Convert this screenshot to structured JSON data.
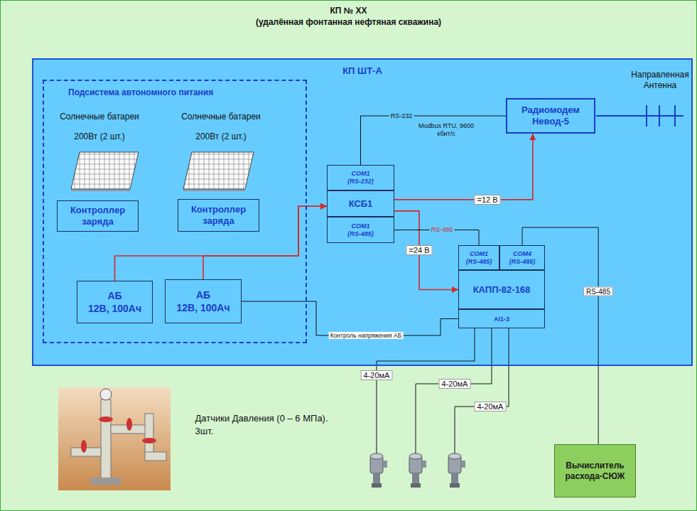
{
  "diagram": {
    "nodes": [
      {
        "text": [
          "КП № XX",
          "(удалённая фонтанная нефтяная скважина)"
        ]
      },
      {
        "text": [
          "КП ШТ-А"
        ],
        "in": 0
      },
      {
        "text": [
          "Подсистема автономного питания"
        ],
        "in": 1
      },
      {
        "text": [
          "Контроллер заряда"
        ],
        "in": 2
      },
      {
        "text": [
          "Контроллер заряда"
        ],
        "in": 2
      },
      {
        "text": [
          "АБ",
          "12В, 100Ач"
        ],
        "in": 2
      },
      {
        "text": [
          "АБ",
          "12В, 100Ач"
        ],
        "in": 2
      },
      {
        "text": [
          "Радиомодем Невод-5"
        ],
        "in": 1
      },
      {
        "text": [
          "COM1 (RS-232)"
        ],
        "in": 1
      },
      {
        "text": [
          "КСБ1"
        ],
        "in": 1
      },
      {
        "text": [
          "COM1 (RS-485)"
        ],
        "in": 1
      },
      {
        "text": [
          "COM1 (RS-485)"
        ],
        "in": 1
      },
      {
        "text": [
          "COM4 (RS-485)"
        ],
        "in": 1
      },
      {
        "text": [
          "КАПП-82-168"
        ],
        "in": 1
      },
      {
        "text": [
          "AI1-3"
        ],
        "in": 1
      },
      {
        "text": [
          "Вычислитель расхода-СЮЖ"
        ],
        "in": 0
      }
    ],
    "edges": [
      {
        "from": 5,
        "to": 9,
        "arrow": "to"
      },
      {
        "from": 6,
        "to": 9,
        "arrow": "to"
      },
      {
        "from": 9,
        "to": 7,
        "arrow": "to",
        "label": "=12 В"
      },
      {
        "from": 9,
        "to": 13,
        "arrow": "to",
        "label": "=24 В"
      },
      {
        "from": 8,
        "to": 7,
        "arrow": "none",
        "label": "RS-232"
      },
      {
        "from": 10,
        "to": 11,
        "arrow": "none",
        "label": "RS-485"
      },
      {
        "from": 12,
        "to": 15,
        "arrow": "none",
        "label": "RS-485"
      },
      {
        "from": 6,
        "to": 14,
        "arrow": "none",
        "label": "Контроль напряжения АБ"
      }
    ],
    "labels": [
      "Солнечные батареи 200Вт (2 шт.)",
      "Солнечные батареи 200Вт (2 шт.)",
      "Modbus RTU, 9600 кбит/с",
      "Направленная Антенна",
      "4-20мА",
      "4-20мА",
      "4-20мА",
      "Датчики Давления (0 – 6 МПа). 3шт."
    ]
  }
}
